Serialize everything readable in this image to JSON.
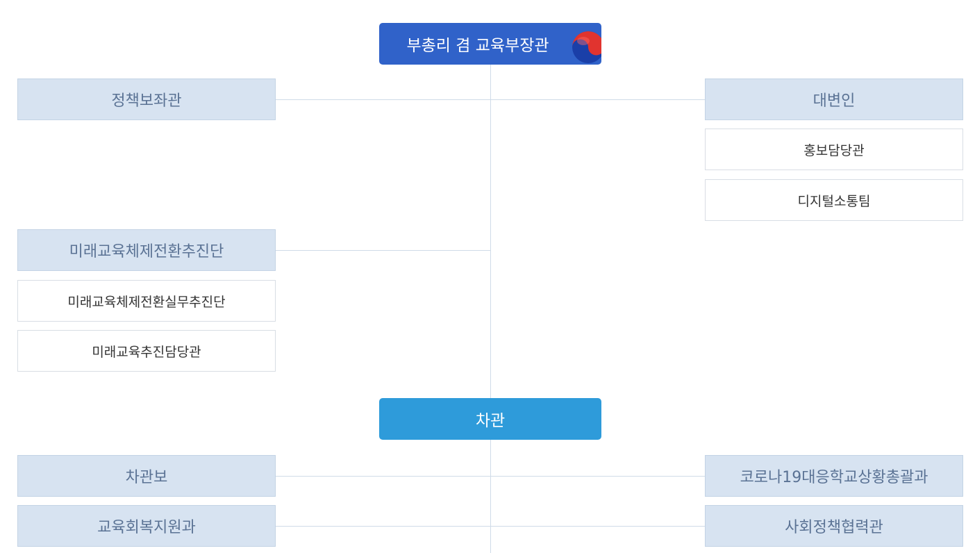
{
  "org_chart": {
    "minister": {
      "label": "부총리 겸 교육부장관",
      "icon": "taegeuk-emblem-icon"
    },
    "vice_minister": {
      "label": "차관"
    },
    "minister_left": [
      {
        "label": "정책보좌관",
        "subunits": []
      },
      {
        "label": "미래교육체제전환추진단",
        "subunits": [
          "미래교육체제전환실무추진단",
          "미래교육추진담당관"
        ]
      }
    ],
    "minister_right": [
      {
        "label": "대변인",
        "subunits": [
          "홍보담당관",
          "디지털소통팀"
        ]
      }
    ],
    "vice_left": [
      {
        "label": "차관보"
      },
      {
        "label": "교육회복지원과"
      }
    ],
    "vice_right": [
      {
        "label": "코로나19대응학교상황총괄과"
      },
      {
        "label": "사회정책협력관"
      }
    ]
  },
  "colors": {
    "minister_box": "#3062c9",
    "vice_minister_box": "#2e9bda",
    "department_box": "#d7e3f1",
    "department_text": "#5a7294",
    "connector_line": "#cfdbe8",
    "emblem_red": "#e1342f",
    "emblem_blue": "#1a3fa8"
  }
}
